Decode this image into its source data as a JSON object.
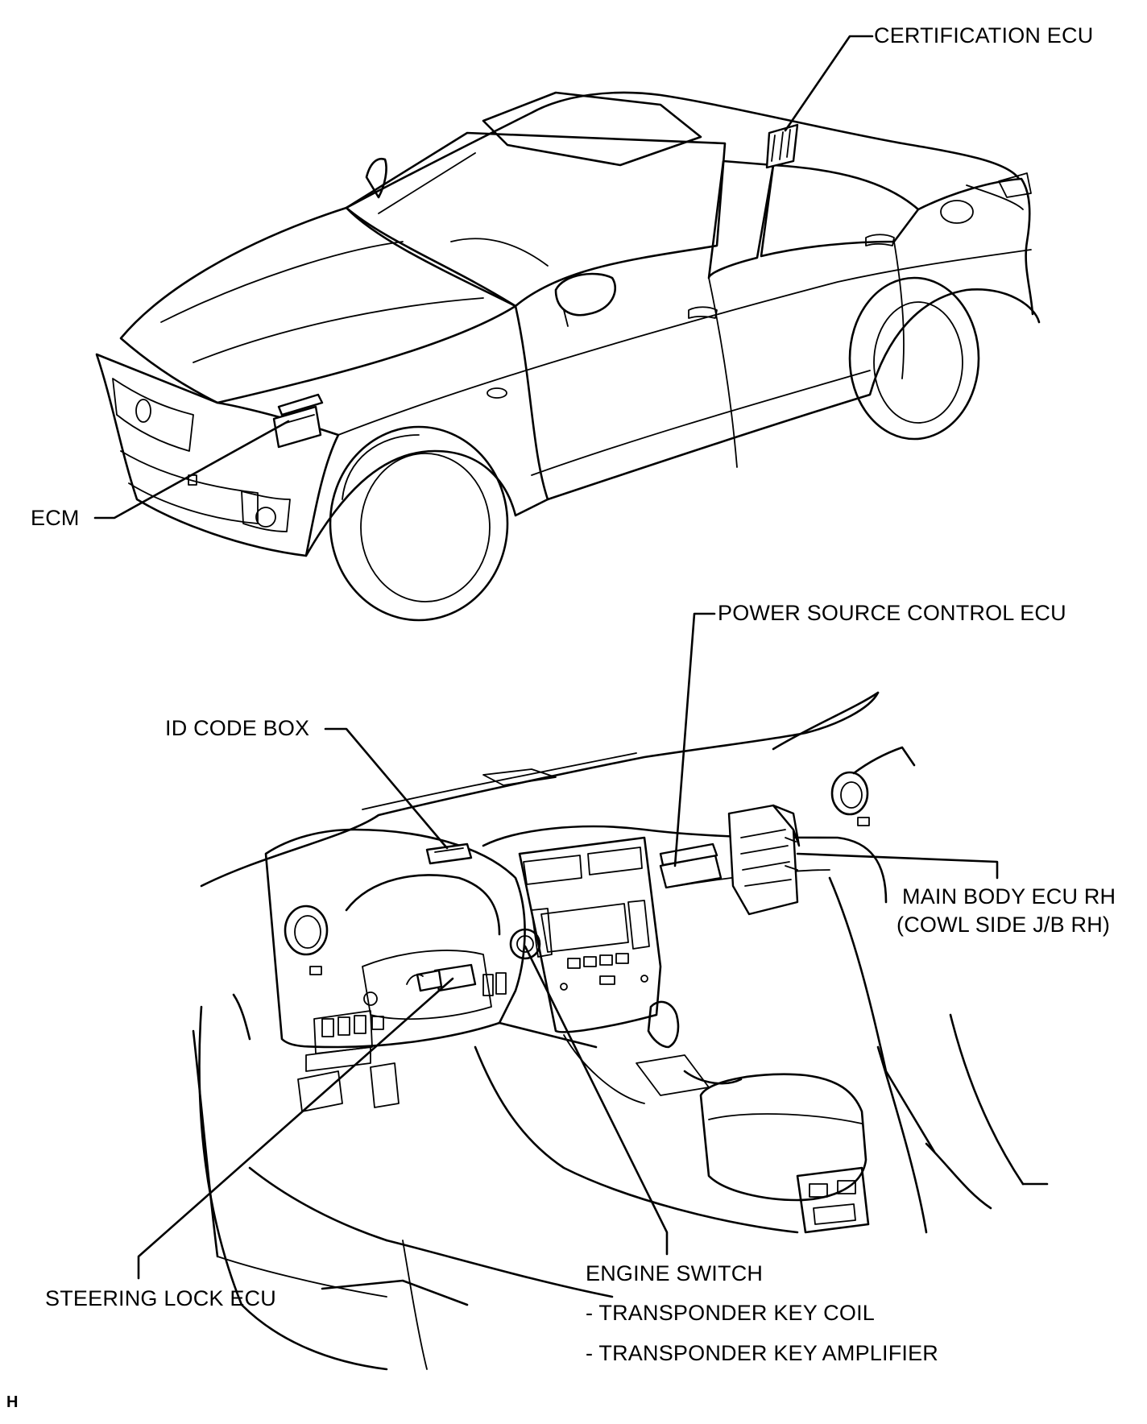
{
  "labels": {
    "certification_ecu": "CERTIFICATION ECU",
    "ecm": "ECM",
    "power_source_control_ecu": "POWER SOURCE CONTROL ECU",
    "id_code_box": "ID CODE BOX",
    "main_body_ecu_line1": "MAIN BODY ECU RH",
    "main_body_ecu_line2": "(COWL SIDE J/B RH)",
    "steering_lock_ecu": "STEERING LOCK ECU",
    "engine_switch": "ENGINE SWITCH",
    "transponder_key_coil": "- TRANSPONDER KEY COIL",
    "transponder_key_amplifier": "- TRANSPONDER KEY AMPLIFIER",
    "corner_mark": "H"
  },
  "colors": {
    "line": "#000000",
    "background": "#ffffff"
  }
}
